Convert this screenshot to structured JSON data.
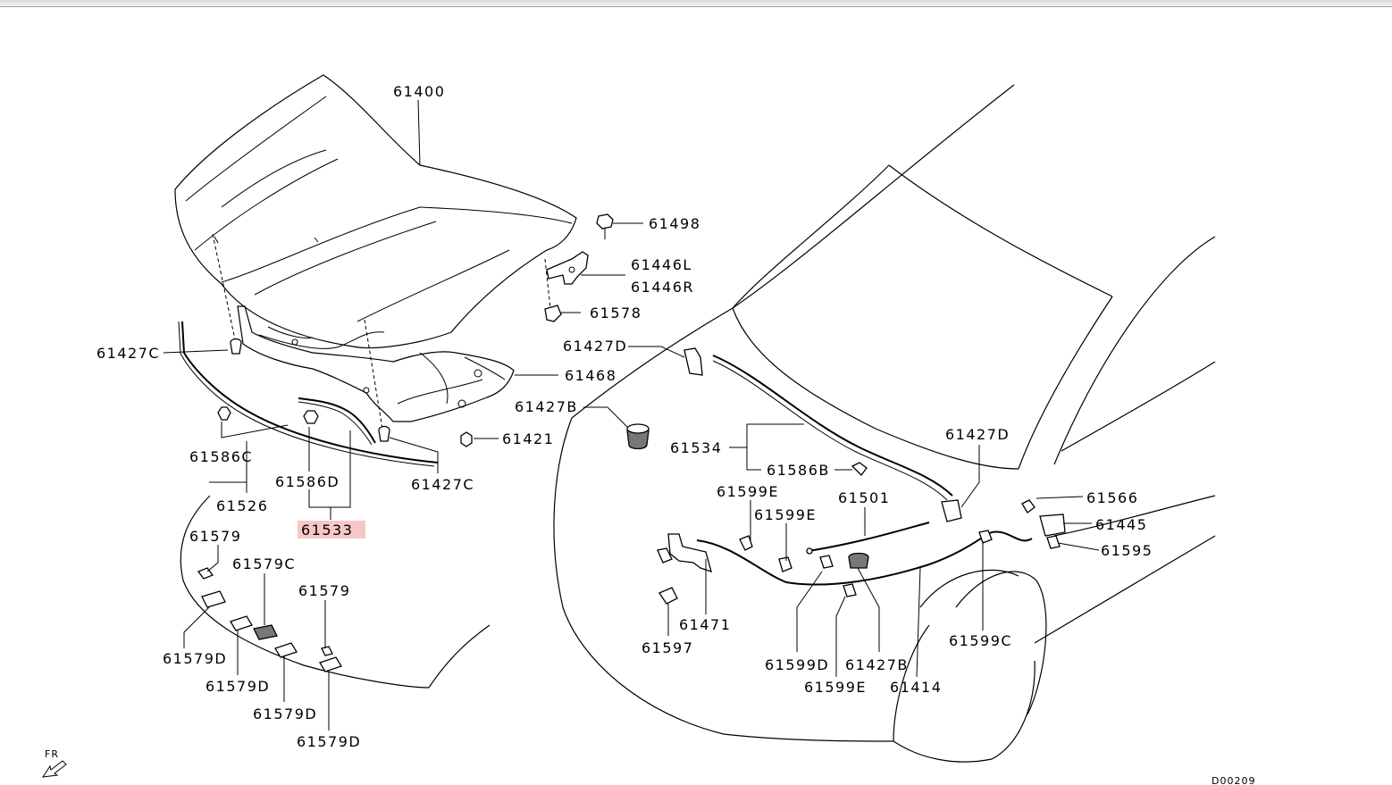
{
  "labels": {
    "p61400": "61400",
    "p61498": "61498",
    "p61446L": "61446L",
    "p61446R": "61446R",
    "p61578": "61578",
    "p61427D_a": "61427D",
    "p61468": "61468",
    "p61427C_a": "61427C",
    "p61427B_a": "61427B",
    "p61421": "61421",
    "p61534": "61534",
    "p61586B": "61586B",
    "p61427D_b": "61427D",
    "p61586C": "61586C",
    "p61586D": "61586D",
    "p61427C_b": "61427C",
    "p61526": "61526",
    "p61533": "61533",
    "p61599E_a": "61599E",
    "p61599E_b": "61599E",
    "p61501": "61501",
    "p61566": "61566",
    "p61445": "61445",
    "p61595": "61595",
    "p61579_a": "61579",
    "p61579C": "61579C",
    "p61579_b": "61579",
    "p61471": "61471",
    "p61597": "61597",
    "p61599D": "61599D",
    "p61427B_b": "61427B",
    "p61599C": "61599C",
    "p61579D_a": "61579D",
    "p61579D_b": "61579D",
    "p61599E_c": "61599E",
    "p61414": "61414",
    "p61579D_c": "61579D",
    "p61579D_d": "61579D",
    "fr": "FR",
    "diagram_code": "D00209"
  },
  "highlight_color": "#f7c6c6"
}
